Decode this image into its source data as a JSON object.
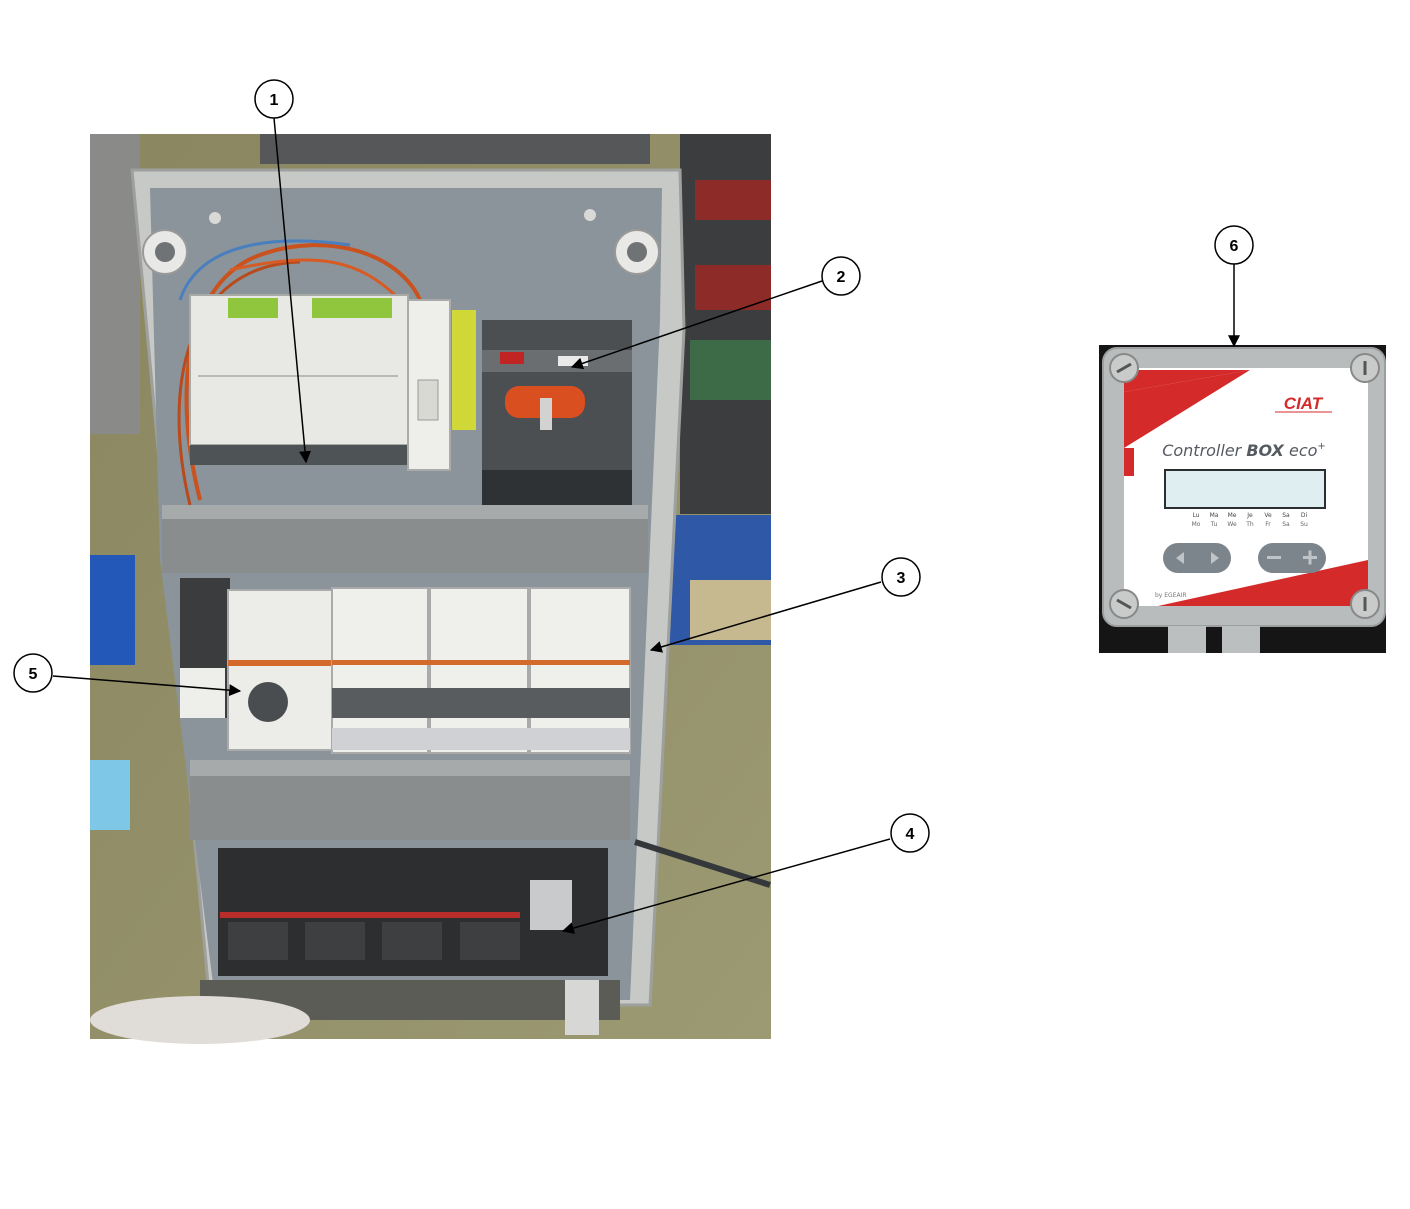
{
  "callouts": [
    "1",
    "2",
    "3",
    "4",
    "5",
    "6"
  ],
  "controller": {
    "brand": "CIAT",
    "title_prefix": "Controller ",
    "title_bold": "BOX",
    "title_suffix": " eco",
    "title_sup": "+",
    "days_top": [
      "Lu",
      "Ma",
      "Me",
      "Je",
      "Ve",
      "Sa",
      "Di"
    ],
    "days_bottom": [
      "Mo",
      "Tu",
      "We",
      "Th",
      "Fr",
      "Sa",
      "Su"
    ],
    "maker": "by EGEAIR"
  },
  "colors": {
    "accent_red": "#d42a2a",
    "enclosure_grey": "#b9bcbc",
    "panel_grey": "#7c858c",
    "lcd": "#dfeef0"
  }
}
